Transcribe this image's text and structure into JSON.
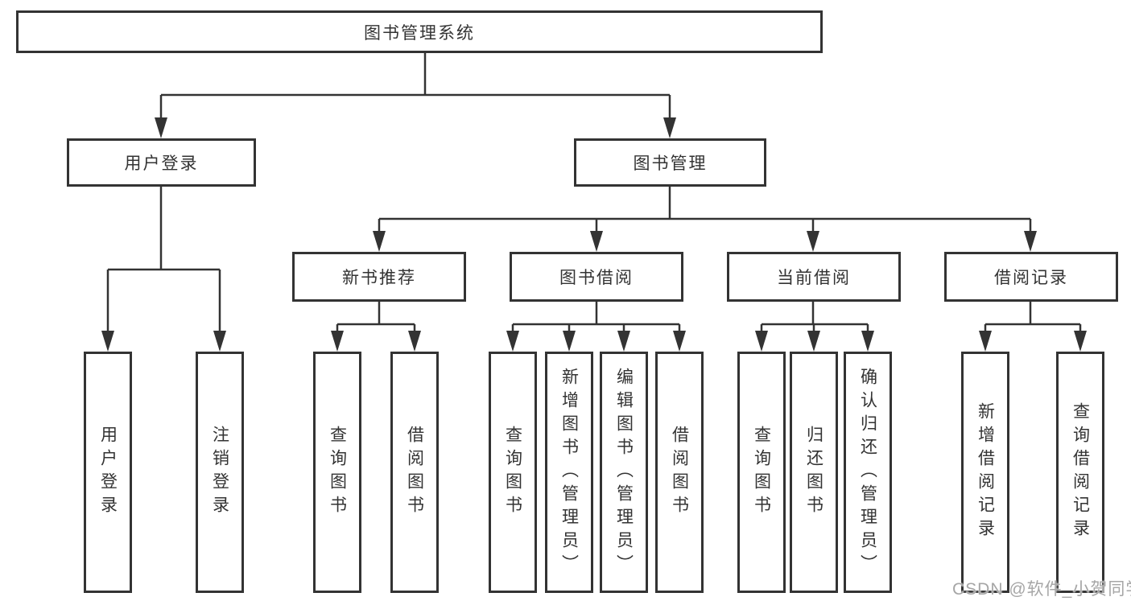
{
  "diagram": {
    "title_node": "图书管理系统",
    "branches": {
      "user_login": {
        "label": "用户登录",
        "children": {
          "login": "用户登录",
          "logout": "注销登录"
        }
      },
      "book_management": {
        "label": "图书管理",
        "sections": {
          "new_books": {
            "label": "新书推荐",
            "children": {
              "query": "查询图书",
              "borrow": "借阅图书"
            }
          },
          "borrowing": {
            "label": "图书借阅",
            "children": {
              "query": "查询图书",
              "add": "新增图书（管理员）",
              "edit": "编辑图书（管理员）",
              "borrow": "借阅图书"
            }
          },
          "current": {
            "label": "当前借阅",
            "children": {
              "query": "查询图书",
              "return": "归还图书",
              "confirm": "确认归还（管理员）"
            }
          },
          "records": {
            "label": "借阅记录",
            "children": {
              "add": "新增借阅记录",
              "query": "查询借阅记录"
            }
          }
        }
      }
    }
  },
  "watermark": "CSDN @软件_小贺同学",
  "colors": {
    "line": "#333333",
    "box_border": "#333333",
    "text": "#333333",
    "background": "#ffffff",
    "watermark": "#a6a6a6"
  }
}
